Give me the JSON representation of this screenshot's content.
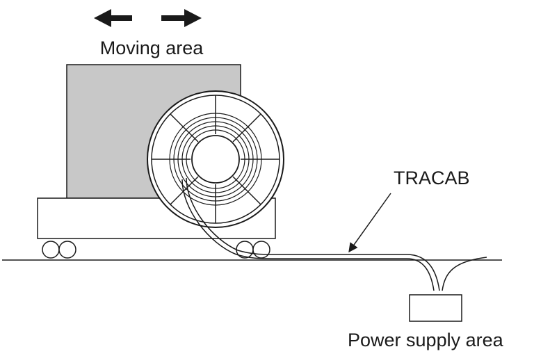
{
  "labels": {
    "moving_area": "Moving area",
    "tracab": "TRACAB",
    "power_supply_area": "Power supply area"
  },
  "colors": {
    "ink": "#1a1a1a",
    "box_fill": "#c8c8c8",
    "background": "#ffffff"
  }
}
